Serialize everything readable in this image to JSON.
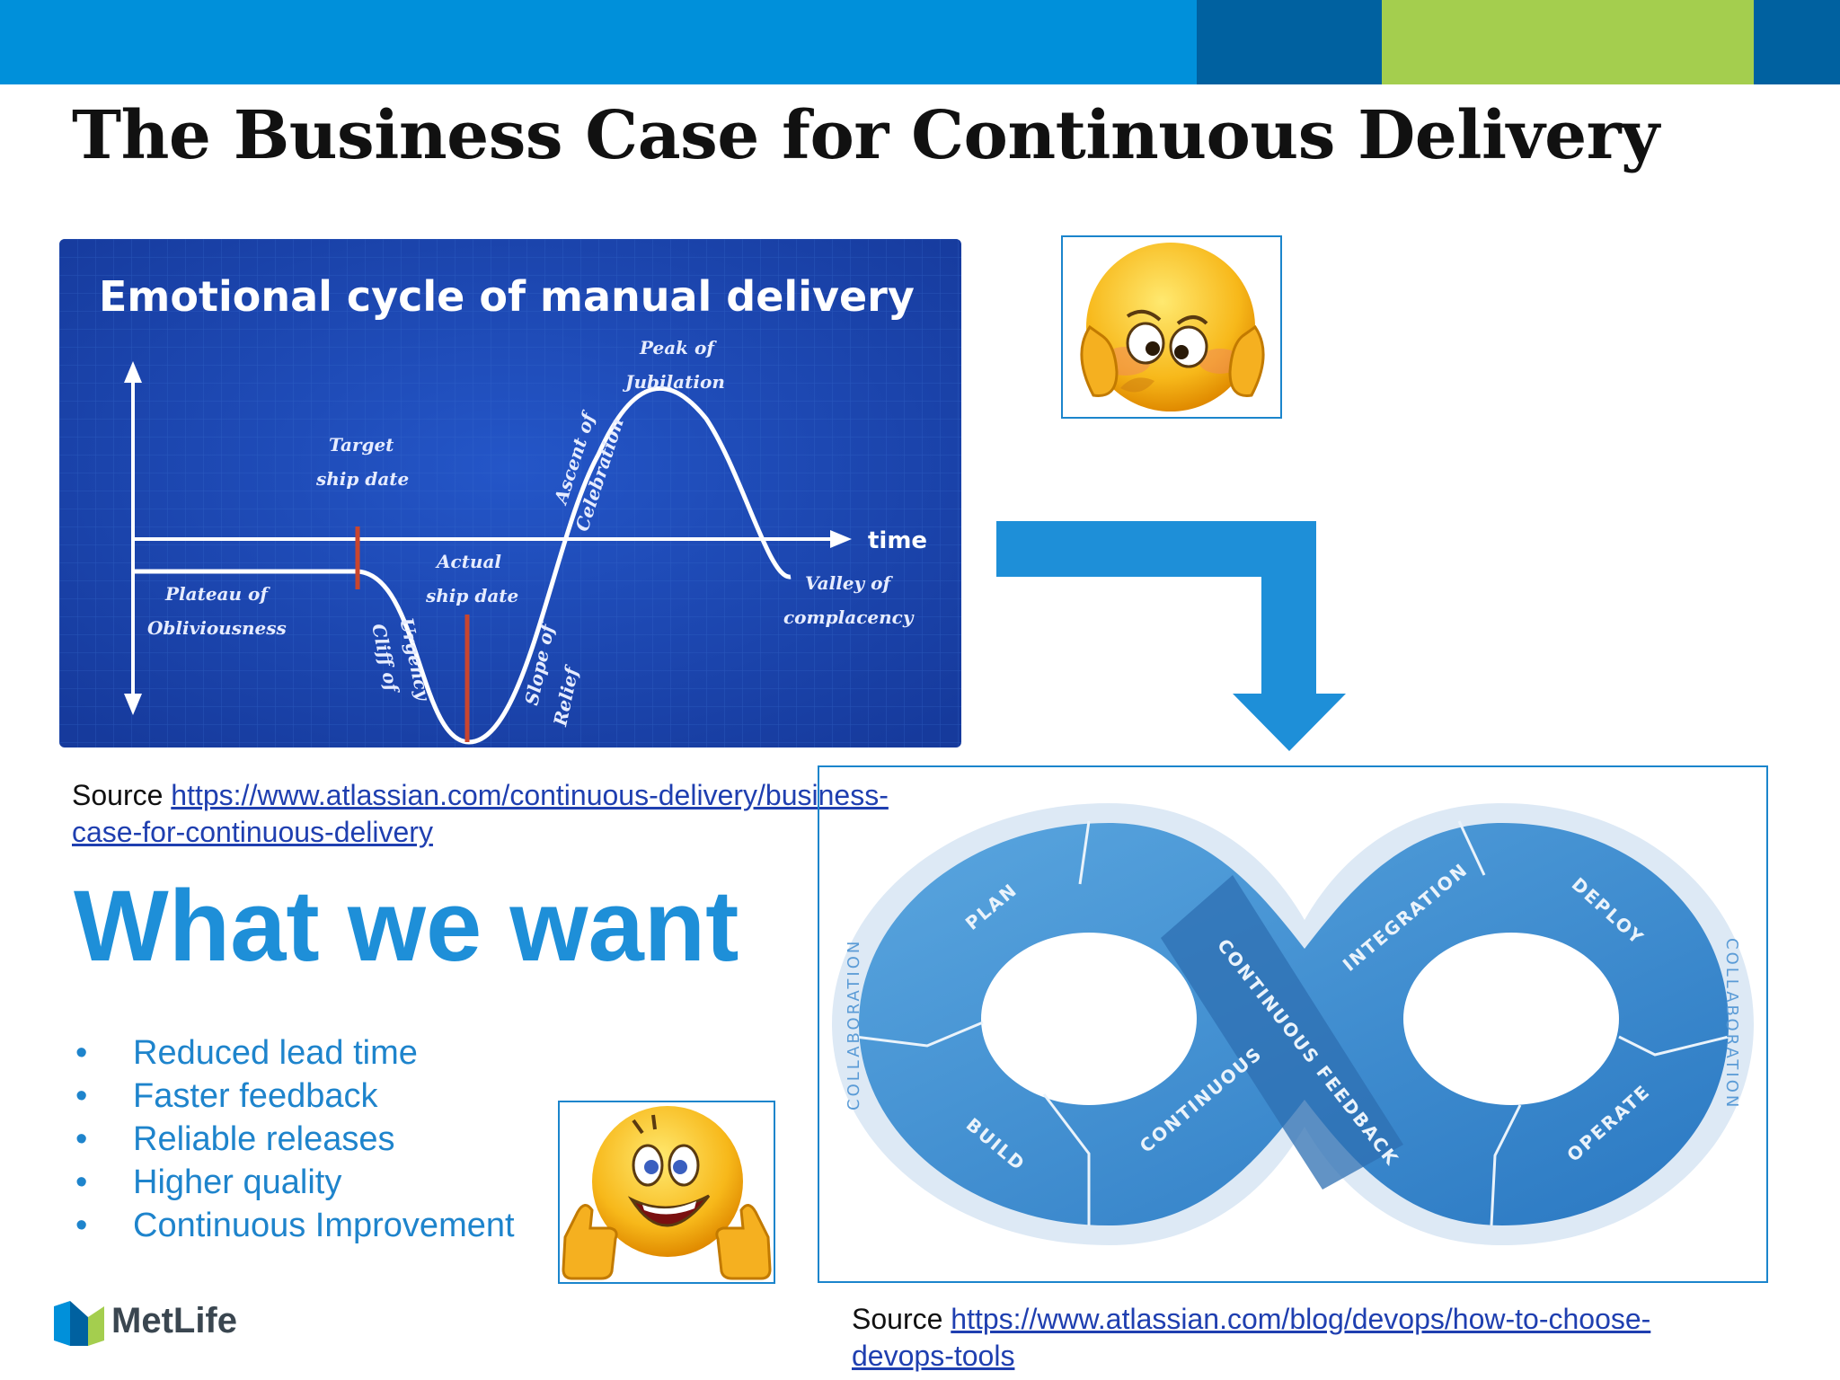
{
  "slide": {
    "title": "The Business Case for Continuous Delivery",
    "brand_colors": {
      "blue": "#0090da",
      "dark_blue": "#0061a0",
      "green": "#a4ce4e",
      "accent_text": "#1e8fd8"
    }
  },
  "chart": {
    "title": "Emotional cycle of manual delivery",
    "x_axis_label": "time",
    "phases": {
      "plateau": [
        "Plateau of",
        "Obliviousness"
      ],
      "target": [
        "Target",
        "ship date"
      ],
      "cliff": [
        "Cliff of",
        "Urgency"
      ],
      "actual": [
        "Actual",
        "ship date"
      ],
      "slope": [
        "Slope of",
        "Relief"
      ],
      "ascent": [
        "Ascent of",
        "Celebration"
      ],
      "peak": [
        "Peak of",
        "Jubilation"
      ],
      "valley": [
        "Valley of",
        "complacency"
      ]
    }
  },
  "source1": {
    "label": "Source",
    "url_line1": "https://www.atlassian.com/continuous-delivery/business-",
    "url_line2": "case-for-continuous-delivery"
  },
  "heading": "What we want",
  "bullets": [
    "Reduced lead time",
    "Faster feedback",
    "Reliable releases",
    "Higher quality",
    "Continuous Improvement"
  ],
  "devops": {
    "collaboration": "COLLABORATION",
    "plan": "PLAN",
    "build": "BUILD",
    "continuous": "CONTINUOUS",
    "integration": "INTEGRATION",
    "deploy": "DEPLOY",
    "operate": "OPERATE",
    "feedback": "CONTINUOUS FEEDBACK"
  },
  "source2": {
    "label": "Source",
    "url_line1": "https://www.atlassian.com/blog/devops/how-to-choose-",
    "url_line2": "devops-tools"
  },
  "logo": {
    "name": "MetLife"
  },
  "icons": {
    "sad": "worried-emoji-icon",
    "happy": "thumbs-up-emoji-icon",
    "arrow": "down-arrow-icon"
  }
}
